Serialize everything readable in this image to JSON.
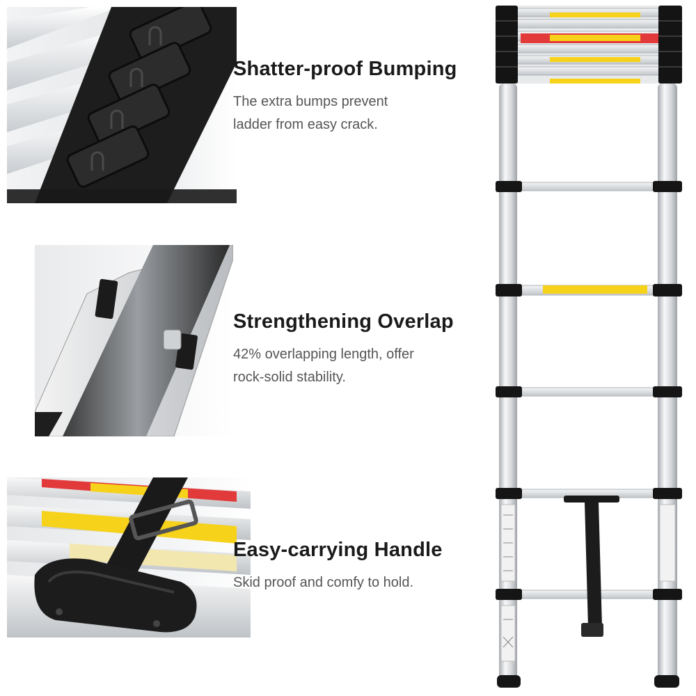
{
  "features": [
    {
      "title": "Shatter-proof Bumping",
      "description_lines": [
        "The extra bumps prevent",
        "ladder from easy crack."
      ]
    },
    {
      "title": "Strengthening Overlap",
      "description_lines": [
        "42% overlapping length, offer",
        "rock-solid stability."
      ]
    },
    {
      "title": "Easy-carrying Handle",
      "description_lines": [
        "Skid proof and comfy to hold."
      ]
    }
  ],
  "colors": {
    "title_text": "#1a1a1a",
    "body_text": "#555555",
    "aluminum": "#d9dcdf",
    "rubber_black": "#1c1c1c",
    "warning_yellow": "#f6d21a",
    "warning_red": "#e23a3a"
  }
}
